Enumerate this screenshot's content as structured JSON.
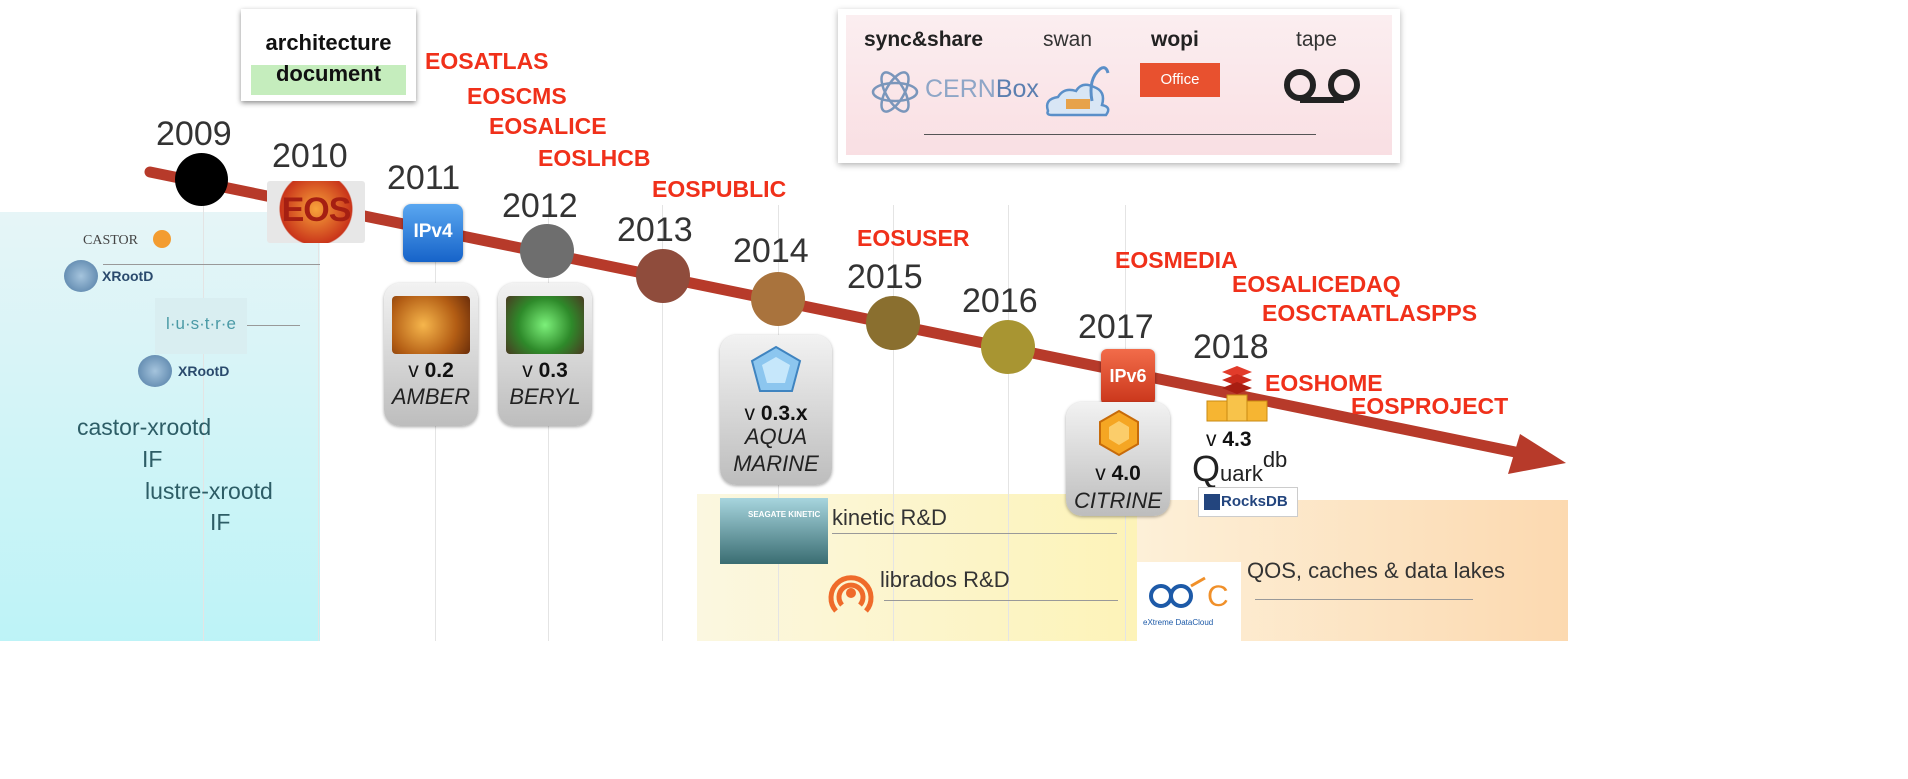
{
  "years": [
    "2009",
    "2010",
    "2011",
    "2012",
    "2013",
    "2014",
    "2015",
    "2016",
    "2017",
    "2018"
  ],
  "instances": [
    "EOSATLAS",
    "EOSCMS",
    "EOSALICE",
    "EOSLHCB",
    "EOSPUBLIC",
    "EOSUSER",
    "EOSMEDIA",
    "EOSALICEDAQ",
    "EOSCTAATLASPPS",
    "EOSHOME",
    "EOSPROJECT"
  ],
  "architecture_doc": {
    "line1": "architecture",
    "line2": "document"
  },
  "services": {
    "sync": "sync&share",
    "swan": "swan",
    "wopi": "wopi",
    "tape": "tape",
    "cernbox_pre": "CERN",
    "cernbox_post": "Box",
    "office": "Office"
  },
  "releases": [
    {
      "v": "v",
      "num": "0.2",
      "name": "AMBER"
    },
    {
      "v": "v",
      "num": "0.3",
      "name": "BERYL"
    },
    {
      "v": "v",
      "num": "0.3.x",
      "name1": "AQUA",
      "name2": "MARINE"
    },
    {
      "v": "v",
      "num": "4.0",
      "name": "CITRINE"
    },
    {
      "v": "v",
      "num": "4.3"
    }
  ],
  "badges": {
    "ipv4": "IPv4",
    "ipv6": "IPv6",
    "eos": "EOS"
  },
  "left": {
    "castor": "CASTOR",
    "xrootd1": "XRootD",
    "lustre": "l·u·s·t·r·e",
    "xrootd2": "XRootD",
    "castor_xrootd": "castor-xrootd",
    "if1": "IF",
    "lustre_xrootd": "lustre-xrootd",
    "if2": "IF"
  },
  "rnd": {
    "kinetic": "kinetic R&D",
    "librados": "librados R&D",
    "seagate": "SEAGATE KINETIC",
    "qos": "QOS, caches & data lakes",
    "xdc": "eXtreme DataCloud",
    "xdc_logo": "C"
  },
  "quarkdb": {
    "q": "Q",
    "uark": "uark",
    "db": "db",
    "rocksdb": "RocksDB"
  },
  "colors": {
    "arrow": "#b73a2a",
    "instance": "#f0301a",
    "left_bg": "#c9f3f7",
    "rnd_bg": "#fdf6cc",
    "qos_bg": "#fde4cc"
  }
}
